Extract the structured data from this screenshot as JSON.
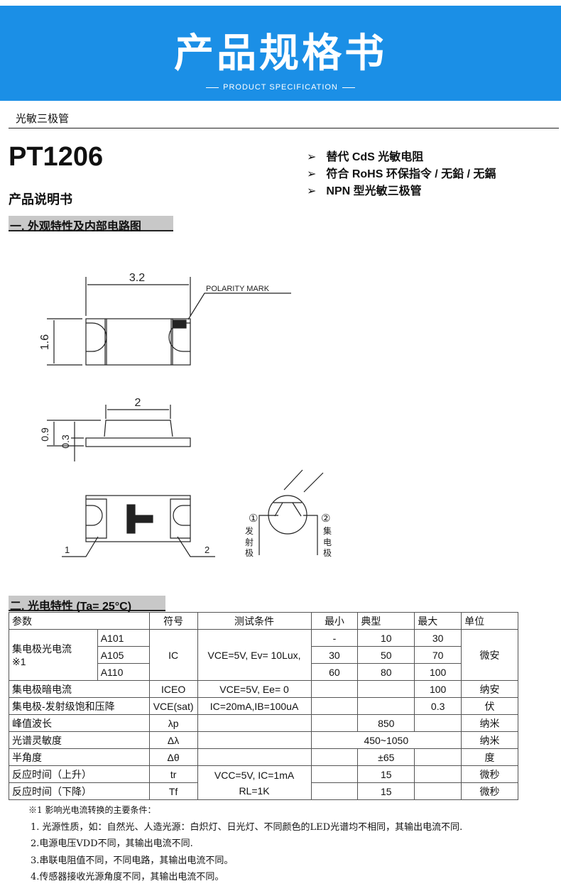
{
  "banner": {
    "title": "产品规格书",
    "subtitle": "PRODUCT SPECIFICATION"
  },
  "category": "光敏三极管",
  "model": "PT1206",
  "doc_title": "产品说明书",
  "features": [
    "替代 CdS 光敏电阻",
    "符合 RoHS 环保指令 / 无鉛 / 无鎘",
    "NPN 型光敏三极管"
  ],
  "section1": "一.    外观特性及内部电路图",
  "diagram": {
    "dim_length": "3.2",
    "dim_width": "1.6",
    "polarity": "POLARITY MARK",
    "dim_2": "2",
    "dim_09": "0.9",
    "dim_03": "0.3",
    "pin1": "1",
    "pin2": "2",
    "emitter_num": "①",
    "emitter": [
      "发",
      "射",
      "极"
    ],
    "collector_num": "②",
    "collector": [
      "集",
      "电",
      "极"
    ]
  },
  "section2": "二.    光电特性  (Ta= 25°C)",
  "table": {
    "headers": [
      "参数",
      "符号",
      "测试条件",
      "最小",
      "典型",
      "最大",
      "单位"
    ],
    "photocurrent": {
      "label": "集电极光电流",
      "note": "※1",
      "symbol": "IC",
      "condition": "VCE=5V, Ev= 10Lux,",
      "unit": "微安",
      "rows": [
        {
          "grade": "A101",
          "min": "-",
          "typ": "10",
          "max": "30"
        },
        {
          "grade": "A105",
          "min": "30",
          "typ": "50",
          "max": "70"
        },
        {
          "grade": "A110",
          "min": "60",
          "typ": "80",
          "max": "100"
        }
      ]
    },
    "rows": [
      {
        "param": "集电极暗电流",
        "symbol": "ICEO",
        "condition": "VCE=5V, Ee= 0",
        "min": "",
        "typ": "",
        "max": "100",
        "unit": "纳安"
      },
      {
        "param": "集电极-发射级饱和压降",
        "symbol": "VCE(sat)",
        "condition": "IC=20mA,IB=100uA",
        "min": "",
        "typ": "",
        "max": "0.3",
        "unit": "伏"
      },
      {
        "param": "峰值波长",
        "symbol": "λp",
        "condition": "",
        "min": "",
        "typ": "850",
        "max": "",
        "unit": "纳米"
      },
      {
        "param": "光谱灵敏度",
        "symbol": "Δλ",
        "condition": "",
        "range": "450~1050",
        "unit": "纳米"
      },
      {
        "param": "半角度",
        "symbol": "Δθ",
        "condition": "",
        "min": "",
        "typ": "±65",
        "max": "",
        "unit": "度"
      },
      {
        "param": "反应时间（上升）",
        "symbol": "tr",
        "min": "",
        "typ": "15",
        "max": "",
        "unit": "微秒"
      },
      {
        "param": "反应时间（下降）",
        "symbol": "Tf",
        "min": "",
        "typ": "15",
        "max": "",
        "unit": "微秒"
      }
    ],
    "response_condition": [
      "VCC=5V, IC=1mA",
      "RL=1K"
    ]
  },
  "notes": {
    "title": "※1 影响光电流转换的主要条件：",
    "items": [
      "1. 光源性质，如：自然光、人造光源：白炽灯、日光灯、不同颜色的LED光谱均不相同，其输出电流不同.",
      "2.电源电压VDD不同，其输出电流不同.",
      "3.串联电阻值不同，不同电路，其输出电流不同。",
      "4.传感器接收光源角度不同，其输出电流不同。"
    ]
  }
}
